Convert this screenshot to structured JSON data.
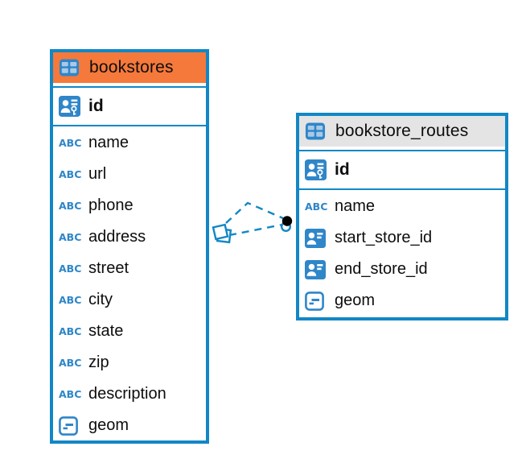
{
  "diagram": {
    "type": "entity-relationship",
    "tables": [
      {
        "name": "bookstores",
        "header_color": "#f5793b",
        "primary_key": {
          "name": "id",
          "type": "primary-key"
        },
        "columns": [
          {
            "name": "name",
            "type": "text"
          },
          {
            "name": "url",
            "type": "text"
          },
          {
            "name": "phone",
            "type": "text"
          },
          {
            "name": "address",
            "type": "text"
          },
          {
            "name": "street",
            "type": "text"
          },
          {
            "name": "city",
            "type": "text"
          },
          {
            "name": "state",
            "type": "text"
          },
          {
            "name": "zip",
            "type": "text"
          },
          {
            "name": "description",
            "type": "text"
          },
          {
            "name": "geom",
            "type": "geometry"
          }
        ]
      },
      {
        "name": "bookstore_routes",
        "header_color": "#e4e4e4",
        "primary_key": {
          "name": "id",
          "type": "primary-key"
        },
        "columns": [
          {
            "name": "name",
            "type": "text"
          },
          {
            "name": "start_store_id",
            "type": "reference"
          },
          {
            "name": "end_store_id",
            "type": "reference"
          },
          {
            "name": "geom",
            "type": "geometry"
          }
        ]
      }
    ],
    "relations": [
      {
        "from": "bookstore_routes.start_store_id",
        "to": "bookstores.id",
        "line_style": "dashed"
      },
      {
        "from": "bookstore_routes.end_store_id",
        "to": "bookstores.id",
        "line_style": "dashed"
      }
    ]
  },
  "icons": {
    "text_type_label": "ABC"
  },
  "colors": {
    "accent_blue": "#1287c5",
    "icon_blue": "#2f86c9",
    "icon_cell_blue": "#a9c9e6",
    "orange_header": "#f5793b",
    "gray_header": "#e4e4e4",
    "relation_line": "#1287c5",
    "relation_endpoint_dot": "#000000",
    "text": "#0d0d0d"
  }
}
